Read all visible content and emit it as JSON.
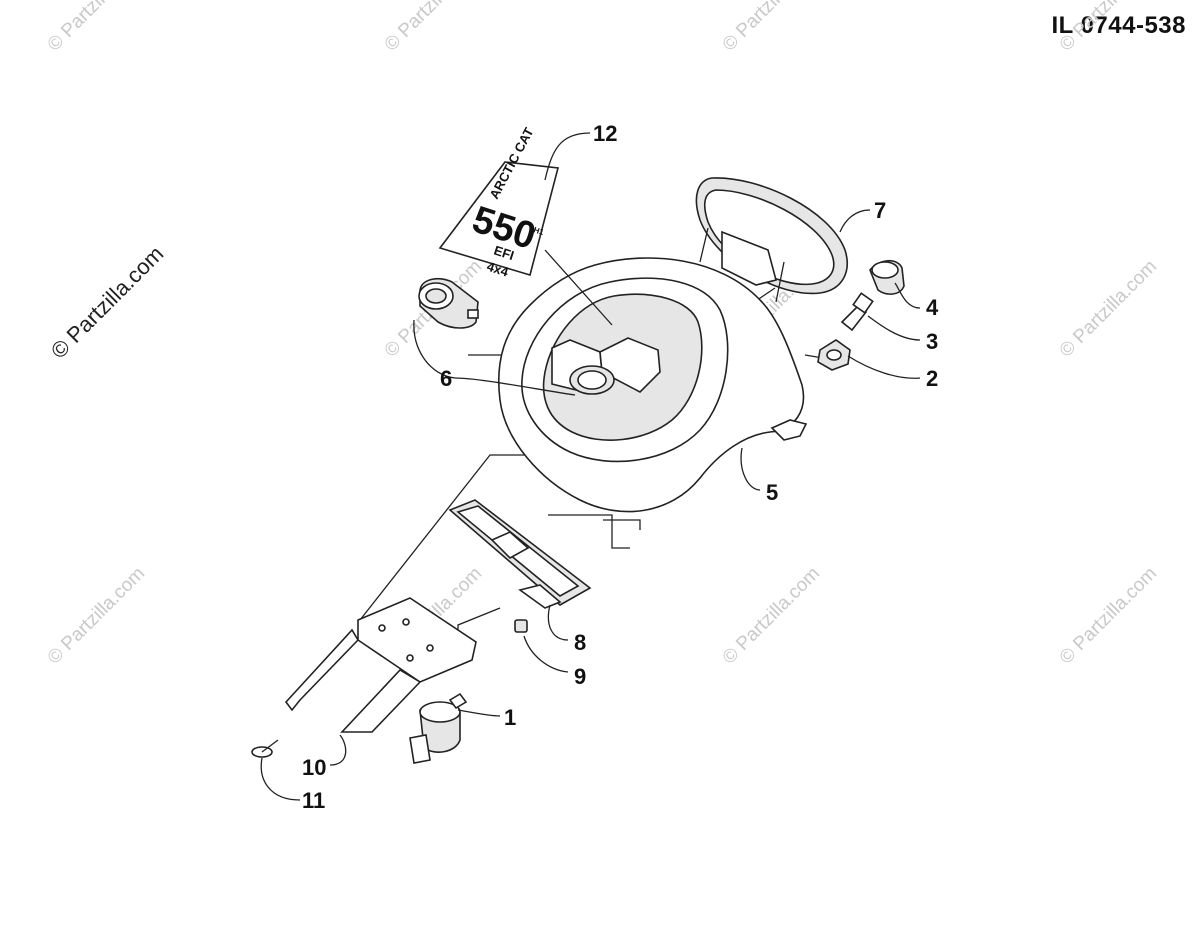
{
  "illustration_id": "IL 0744-538",
  "watermarks": {
    "side": "© Partzilla.com",
    "tile": "© Partzilla.com"
  },
  "decal": {
    "brand": "ARCTIC CAT",
    "model": "550",
    "sub": "EFI",
    "drive": "4x4",
    "suffix": "H1"
  },
  "callouts": {
    "c1": "1",
    "c2": "2",
    "c3": "3",
    "c4": "4",
    "c5": "5",
    "c6": "6",
    "c7": "7",
    "c8": "8",
    "c9": "9",
    "c10": "10",
    "c11": "11",
    "c12": "12"
  }
}
